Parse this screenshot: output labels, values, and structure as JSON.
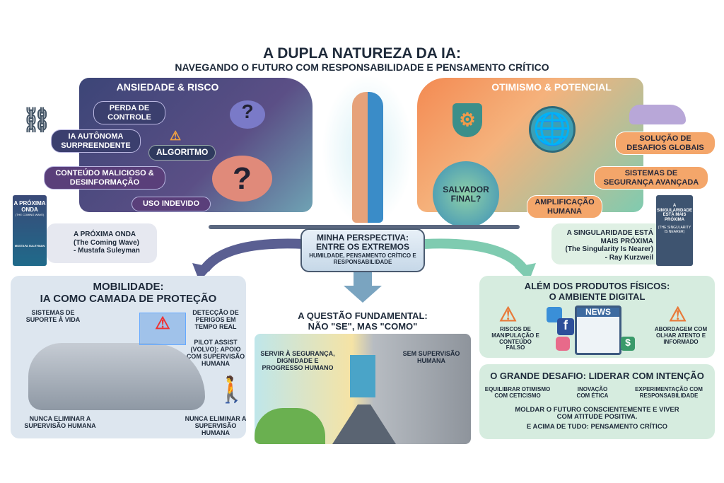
{
  "header": {
    "title": "A DUPLA NATUREZA DA IA:",
    "subtitle": "NAVEGANDO O FUTURO COM RESPONSABILIDADE E PENSAMENTO CRÍTICO"
  },
  "left": {
    "title": "ANSIEDADE & RISCO",
    "items": [
      "PERDA DE CONTROLE",
      "IA AUTÔNOMA SURPREENDENTE",
      "CONTEÚDO MALICIOSO & DESINFORMAÇÃO",
      "USO INDEVIDO"
    ],
    "chip": "ALGORITMO"
  },
  "right": {
    "title": "OTIMISMO & POTENCIAL",
    "items": [
      "SOLUÇÃO DE DESAFIOS GLOBAIS",
      "SISTEMAS DE SEGURANÇA AVANÇADA",
      "AMPLIFICAÇÃO HUMANA"
    ],
    "globe": "SALVADOR FINAL?"
  },
  "book_left": {
    "cover_title": "A PRÓXIMA ONDA",
    "cover_sub": "(The Coming Wave)",
    "cover_author": "Mustafa Suleyman",
    "caption_title": "A PRÓXIMA ONDA",
    "caption_sub": "(The Coming Wave)",
    "caption_author": "- Mustafa Suleyman"
  },
  "book_right": {
    "cover_title": "A SINGULARIDADE ESTÁ MAIS PRÓXIMA",
    "cover_sub": "(The Singularity Is Nearer)",
    "caption_title": "A SINGULARIDADE ESTÁ MAIS PRÓXIMA",
    "caption_sub": "(The Singularity Is Nearer)",
    "caption_author": "- Ray Kurzweil"
  },
  "center": {
    "title": "MINHA PERSPECTIVA: ENTRE OS EXTREMOS",
    "subtitle": "HUMILDADE, PENSAMENTO CRÍTICO E RESPONSABILIDADE",
    "question": "A QUESTÃO FUNDAMENTAL:",
    "question2": "NÃO \"SE\", MAS \"COMO\"",
    "left_path": "SERVIR À SEGURANÇA, DIGNIDADE E PROGRESSO HUMANO",
    "right_path": "SEM SUPERVISÃO HUMANA"
  },
  "mobility": {
    "title": "MOBILIDADE:",
    "title2": "IA COMO CAMADA DE PROTEÇÃO",
    "labels": [
      "SISTEMAS DE SUPORTE À VIDA",
      "DETECÇÃO DE PERIGOS EM TEMPO REAL",
      "PILOT ASSIST (Volvo): APOIO COM SUPERVISÃO HUMANA",
      "NUNCA ELIMINAR A SUPERVISÃO HUMANA",
      "NUNCA ELIMINAR A SUPERVISÃO HUMANA"
    ]
  },
  "digital": {
    "title": "ALÉM DOS PRODUTOS FÍSICOS:",
    "title2": "O AMBIENTE DIGITAL",
    "news": "NEWS",
    "left": "RISCOS DE MANIPULAÇÃO E CONTEÚDO FALSO",
    "right": "ABORDAGEM COM OLHAR ATENTO E INFORMADO"
  },
  "challenge": {
    "title": "O GRANDE DESAFIO: LIDERAR COM INTENÇÃO",
    "items": [
      "EQUILIBRAR OTIMISMO COM CETICISMO",
      "INOVAÇÃO COM ÉTICA",
      "EXPERIMENTAÇÃO COM RESPONSABILIDADE"
    ],
    "closing1": "MOLDAR O FUTURO CONSCIENTEMENTE E VIVER COM ATITUDE POSITIVA.",
    "closing2": "E ACIMA DE TUDO: PENSAMENTO CRÍTICO"
  },
  "colors": {
    "risk": "#3b3f6e",
    "optimism": "#f08a4b",
    "teal": "#6cc3a8",
    "panel_gray": "#dde6ef",
    "panel_green": "#d6ecdf"
  }
}
